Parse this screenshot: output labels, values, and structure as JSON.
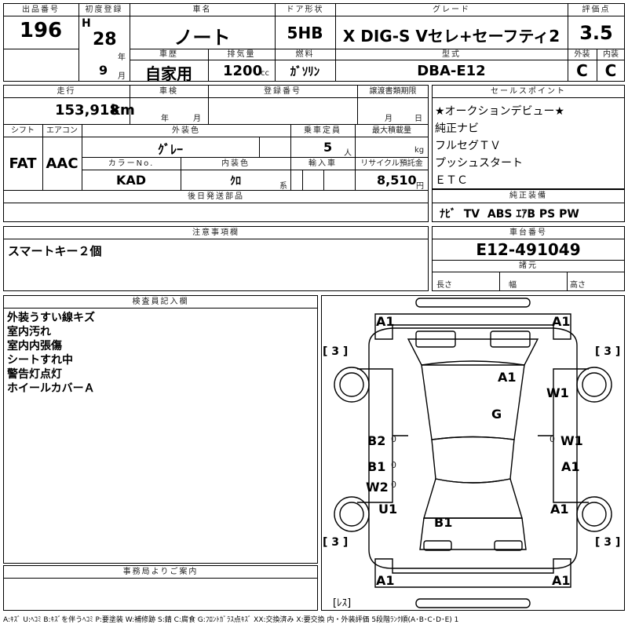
{
  "header": {
    "lot_label": "出品番号",
    "lot": "196",
    "reg_label": "初度登録",
    "era": "H",
    "year": "28",
    "year_unit": "年",
    "month": "9",
    "month_unit": "月",
    "name_label": "車名",
    "name": "ノート",
    "door_label": "ドア形状",
    "door": "5HB",
    "grade_label": "グレード",
    "grade": "X DIG-S Vセレ+セーフティ2",
    "score_label": "評価点",
    "score": "3.5",
    "ext_label": "外装",
    "ext": "C",
    "int_label": "内装",
    "int": "C",
    "history_label": "車歴",
    "history": "自家用",
    "disp_label": "排気量",
    "disp": "1200",
    "disp_unit": "cc",
    "fuel_label": "燃料",
    "fuel": "ｶﾞｿﾘﾝ",
    "model_label": "型式",
    "model": "DBA-E12"
  },
  "spec": {
    "mileage_label": "走行",
    "mileage": "153,918",
    "mileage_unit": "km",
    "inspection_label": "車検",
    "insp_year": "年",
    "insp_month": "月",
    "regno_label": "登録番号",
    "deadline_label": "譲渡書類期限",
    "dl_month": "月",
    "dl_day": "日",
    "shift_label": "シフト",
    "shift": "FAT",
    "ac_label": "エアコン",
    "ac": "AAC",
    "color_label": "外装色",
    "color": "ｸﾞﾚｰ",
    "cap_label": "乗車定員",
    "capacity": "5",
    "cap_unit": "人",
    "load_label": "最大積載量",
    "load_unit": "kg",
    "colorno_label": "カラーNo.",
    "colorno": "KAD",
    "intcolor_label": "内装色",
    "intcolor": "ｸﾛ",
    "intcolor_unit": "系",
    "import_label": "輸入車",
    "recycle_label": "リサイクル預託金",
    "recycle": "8,510",
    "recycle_unit": "円",
    "later_label": "後日発送部品"
  },
  "selling": {
    "label": "セールスポイント",
    "items": [
      "★オークションデビュー★",
      "純正ナビ",
      "フルセグＴＶ",
      "プッシュスタート",
      "ＥＴＣ"
    ]
  },
  "equipment": {
    "label": "純正装備",
    "value": "ﾅﾋﾞ  TV  ABS ｴｱB PS PW"
  },
  "notes": {
    "label": "注意事項欄",
    "text": "スマートキー２個"
  },
  "chassis": {
    "label": "車台番号",
    "value": "E12-491049",
    "dims_label": "諸元",
    "length": "長さ",
    "width": "幅",
    "height": "高さ"
  },
  "inspector": {
    "label": "検査員記入欄",
    "items": [
      "外装うすい線キズ",
      "室内汚れ",
      "室内内張傷",
      "シートすれ中",
      "警告灯点灯",
      "ホイールカバーＡ"
    ]
  },
  "office": {
    "label": "事務局よりご案内"
  },
  "diagram": {
    "marks": [
      "A1",
      "A1",
      "A1",
      "W1",
      "G",
      "B2",
      "W1",
      "B1",
      "A1",
      "W2",
      "U1",
      "A1",
      "B1",
      "A1",
      "A1"
    ],
    "zeros": [
      "0",
      "0",
      "0",
      "0"
    ],
    "tires": [
      "[ 3 ]",
      "[ 3 ]",
      "[ 3 ]",
      "[ 3 ]"
    ],
    "spare": "[ﾚｽ]"
  },
  "legend": "A:ｷｽﾞ U:ﾍｺﾐ B:ｷｽﾞを伴うﾍｺﾐ P:要塗装 W:補修跡 S:錆 C:腐食 G:ﾌﾛﾝﾄｶﾞﾗｽ点ｷｽﾞ XX:交換済み X:要交換  内・外装評価 5段階ﾗﾝｸ順(A･B･C･D･E) 1"
}
